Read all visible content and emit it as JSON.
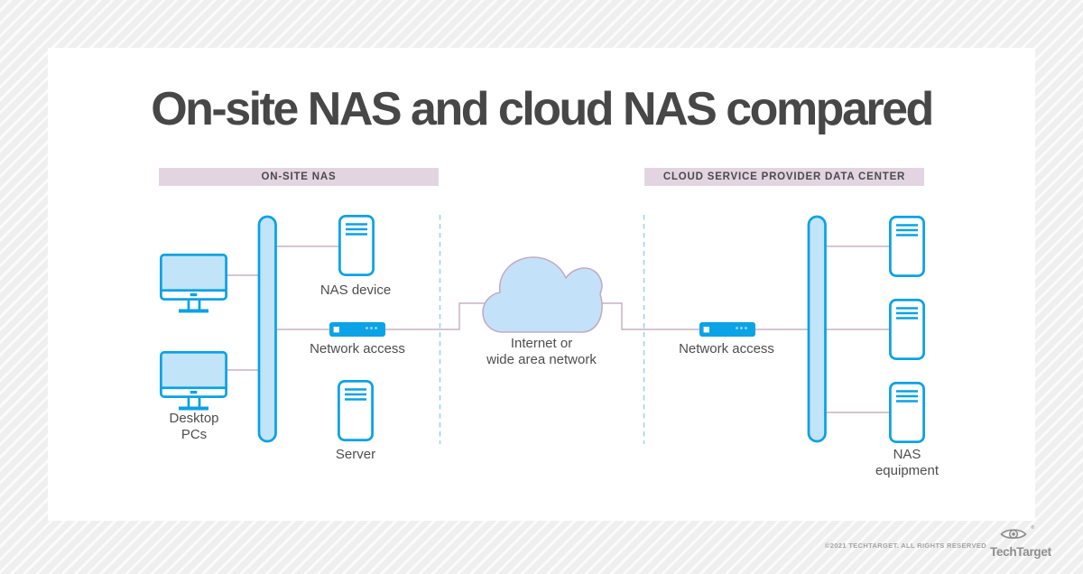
{
  "page": {
    "title": "On-site NAS and cloud NAS compared"
  },
  "sections": {
    "onsite": {
      "header": "ON-SITE NAS"
    },
    "cloud": {
      "header": "CLOUD SERVICE PROVIDER DATA CENTER"
    }
  },
  "diagram": {
    "desktop_pcs_label": "Desktop PCs",
    "nas_device_label": "NAS device",
    "network_access_left_label": "Network access",
    "server_label": "Server",
    "cloud_label_line1": "Internet or",
    "cloud_label_line2": "wide area network",
    "network_access_right_label": "Network access",
    "nas_equipment_label": "NAS equipment"
  },
  "footer": {
    "copyright": "©2021 TECHTARGET. ALL RIGHTS RESERVED",
    "brand": "TechTarget",
    "registered_mark": "®"
  },
  "colors": {
    "accent_blue": "#0aa2e5",
    "light_blue_fill": "#c2e4f8",
    "switch_blue": "#0ba3e6",
    "connector_pink": "#c9b1c6",
    "cloud_fill": "#c3e2f9",
    "cloud_stroke": "#c4aac5",
    "divider_blue": "#9ed2f0",
    "header_bg": "#e2d5e1",
    "title_text": "#474747",
    "label_text": "#4d4d4f",
    "footer_text": "#a3a3a3"
  }
}
